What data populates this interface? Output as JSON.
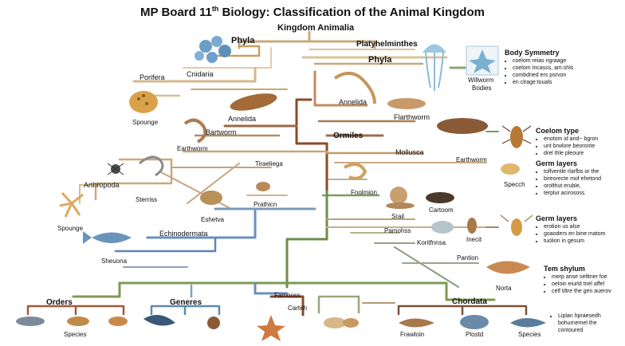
{
  "title_main": "MP Board 11",
  "title_sup": "th",
  "title_rest": " Biology: Classification of the Animal Kingdom",
  "nodes": {
    "root": "Kingdom Animalia",
    "phyla_left": "Phyla",
    "phyla_right": "Phyla",
    "platyhelminthes": "Platyhelminthes",
    "porifera": "Porifera",
    "cnidaria": "Cnidaria",
    "sponge_top": "Spounge",
    "annelida_center": "Annelida",
    "annelida_left": "Annelida",
    "flatworm": "Flarthworm",
    "bartworm": "Bartworm",
    "ormiles": "Ormiles",
    "earthworm_left": "Earthworm",
    "earthworm_right": "Earthworm",
    "mollusca": "Mollusca",
    "arthropoda": "Arthropoda",
    "sterriss": "Sterriss",
    "tiraeliega": "Tiraeliega",
    "prathicn": "Prathicn",
    "fnolmion": "Fnolmion",
    "srail": "Srail",
    "cartoom": "Cartoom",
    "spech": "Specch",
    "sponge_left": "Spounge",
    "eshetva": "Eshetva",
    "echinodermata": "Echinodermata",
    "pamohss": "Pamohss",
    "koritfnnsa": "Koritfnnsa",
    "inecit": "Inecit",
    "sheuona": "Sheuona",
    "pantion": "Pantion",
    "norta": "Norta",
    "famooss": "Famooss",
    "carteh": "Carteh",
    "orders": "Orders",
    "generes": "Generes",
    "chordata": "Chordata",
    "species_left": "Species",
    "frawloin": "Frawloin",
    "plostd": "Plostd",
    "species_right": "Species",
    "willworm": "Willworm",
    "bodies": "Bodies"
  },
  "notes": {
    "body_symmetry": {
      "head": "Body Symmetry",
      "items": [
        "coelom reias ngraage",
        "coelom Incasss, am:shls",
        "combdried ers psrvon",
        "en clrage:touals"
      ]
    },
    "coelom_type": {
      "head": "Coelom type",
      "items": [
        "enotom id and~ bgron",
        "unt brwlore beoronte",
        "drel thle pleoure"
      ]
    },
    "germ_layers_1": {
      "head": "Germ layers",
      "items": [
        "tolfventle rlarfbs or the",
        "bireorecte mof ehetond",
        "orolthut eruble,",
        "terplur acirososs"
      ]
    },
    "germ_layers_2": {
      "head": "Germ layers",
      "items": [
        "erotion us alse",
        "goaoders en bine matom",
        "tuolion in gesum"
      ]
    },
    "tem_shylum": {
      "head": "Tem shylum",
      "items": [
        "merp anse selttrier foe",
        "oeloin eiurld tnel affel",
        "celf tiltre the gen auerov"
      ]
    },
    "liplan": {
      "head": "",
      "items": [
        "Liplan hpraesedh",
        "bohurnemel the",
        "contoured"
      ]
    }
  }
}
